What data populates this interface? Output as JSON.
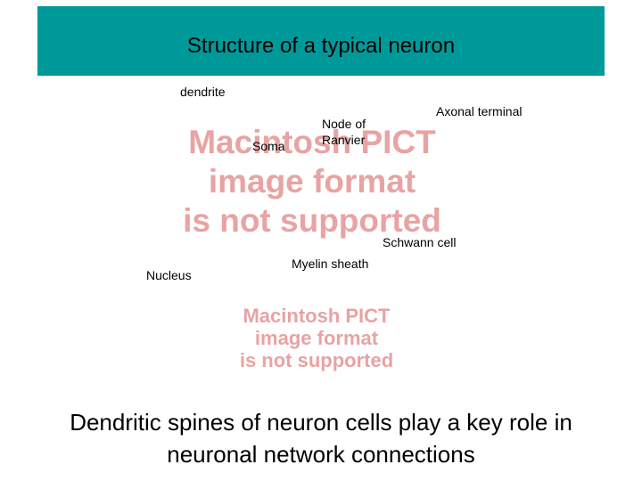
{
  "title": "Structure of a typical neuron",
  "colors": {
    "title_bar": "#009999",
    "placeholder_text": "#e8a3a3"
  },
  "labels": {
    "dendrite": "dendrite",
    "axonal_terminal": "Axonal terminal",
    "node_of_ranvier_line1": "Node of",
    "node_of_ranvier_line2": "Ranvier",
    "soma": "Soma",
    "schwann_cell": "Schwann cell",
    "nucleus": "Nucleus",
    "myelin_sheath": "Myelin sheath"
  },
  "image_placeholder": {
    "line1": "Macintosh PICT",
    "line2": "image format",
    "line3": "is not supported"
  },
  "caption": {
    "line1": "Dendritic spines of neuron cells play a key role in",
    "line2": "neuronal network connections"
  }
}
